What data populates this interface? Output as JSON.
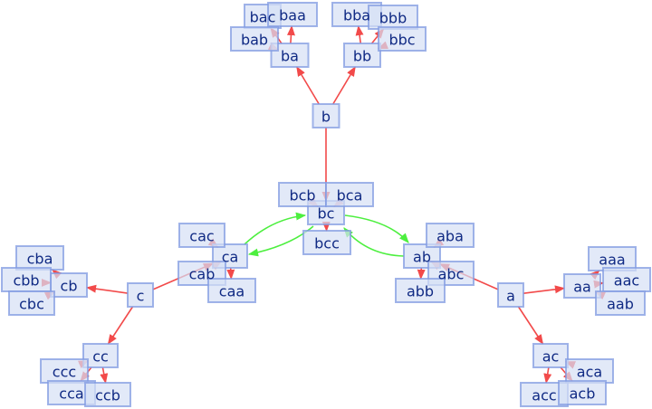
{
  "colors": {
    "tree_edge": "#f24a4a",
    "cross_edge": "#4def3f",
    "node_text": "#102a84",
    "node_fill": "#e2e8f7",
    "node_border": "#9fb0e6"
  },
  "nodes": [
    "b",
    "ba",
    "bb",
    "bac",
    "baa",
    "bab",
    "bba",
    "bbb",
    "bbc",
    "bc",
    "bcb",
    "bca",
    "bcc",
    "ca",
    "cac",
    "cab",
    "caa",
    "ab",
    "aba",
    "abc",
    "abb",
    "c",
    "cb",
    "cba",
    "cbb",
    "cbc",
    "cc",
    "ccc",
    "cca",
    "ccb",
    "a",
    "aa",
    "aaa",
    "aac",
    "aab",
    "ac",
    "aca",
    "acc",
    "acb"
  ],
  "tree_edges": [
    [
      "b",
      "ba"
    ],
    [
      "b",
      "bb"
    ],
    [
      "b",
      "bc"
    ],
    [
      "ba",
      "bac"
    ],
    [
      "ba",
      "baa"
    ],
    [
      "ba",
      "bab"
    ],
    [
      "bb",
      "bba"
    ],
    [
      "bb",
      "bbb"
    ],
    [
      "bb",
      "bbc"
    ],
    [
      "bc",
      "bcb"
    ],
    [
      "bc",
      "bca"
    ],
    [
      "bc",
      "bcc"
    ],
    [
      "c",
      "ca"
    ],
    [
      "c",
      "cb"
    ],
    [
      "c",
      "cc"
    ],
    [
      "ca",
      "cac"
    ],
    [
      "ca",
      "cab"
    ],
    [
      "ca",
      "caa"
    ],
    [
      "cb",
      "cba"
    ],
    [
      "cb",
      "cbb"
    ],
    [
      "cb",
      "cbc"
    ],
    [
      "cc",
      "ccc"
    ],
    [
      "cc",
      "cca"
    ],
    [
      "cc",
      "ccb"
    ],
    [
      "a",
      "ab"
    ],
    [
      "a",
      "aa"
    ],
    [
      "a",
      "ac"
    ],
    [
      "ab",
      "aba"
    ],
    [
      "ab",
      "abc"
    ],
    [
      "ab",
      "abb"
    ],
    [
      "aa",
      "aaa"
    ],
    [
      "aa",
      "aac"
    ],
    [
      "aa",
      "aab"
    ],
    [
      "ac",
      "aca"
    ],
    [
      "ac",
      "acc"
    ],
    [
      "ac",
      "acb"
    ]
  ],
  "cross_edges": [
    [
      "ca",
      "bc"
    ],
    [
      "bc",
      "ca"
    ],
    [
      "bc",
      "ab"
    ],
    [
      "ab",
      "bc"
    ]
  ]
}
